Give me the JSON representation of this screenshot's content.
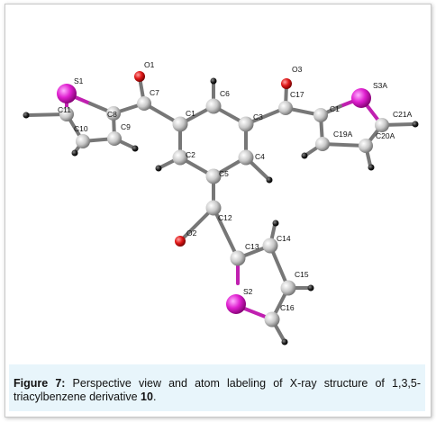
{
  "caption": {
    "figure_label": "Figure 7:",
    "text": " Perspective view and atom labeling of X-ray structure of 1,3,5-triacylbenzene derivative ",
    "compound_number": "10",
    "end": "."
  },
  "colors": {
    "carbon": "#c8c8c8",
    "hydrogen": "#1a1a1a",
    "oxygen": "#e01818",
    "sulfur": "#e020d0",
    "bond": "#777777",
    "caption_bg": "#e8f5fb"
  },
  "atom_labels": [
    "S1",
    "O1",
    "C7",
    "C6",
    "O3",
    "C17",
    "S3A",
    "C11",
    "C8",
    "C9",
    "C10",
    "C1",
    "C3",
    "C19A",
    "C21A",
    "C20A",
    "C1",
    "C2",
    "C5",
    "C4",
    "C12",
    "O2",
    "C13",
    "C14",
    "C15",
    "S2",
    "C16"
  ]
}
